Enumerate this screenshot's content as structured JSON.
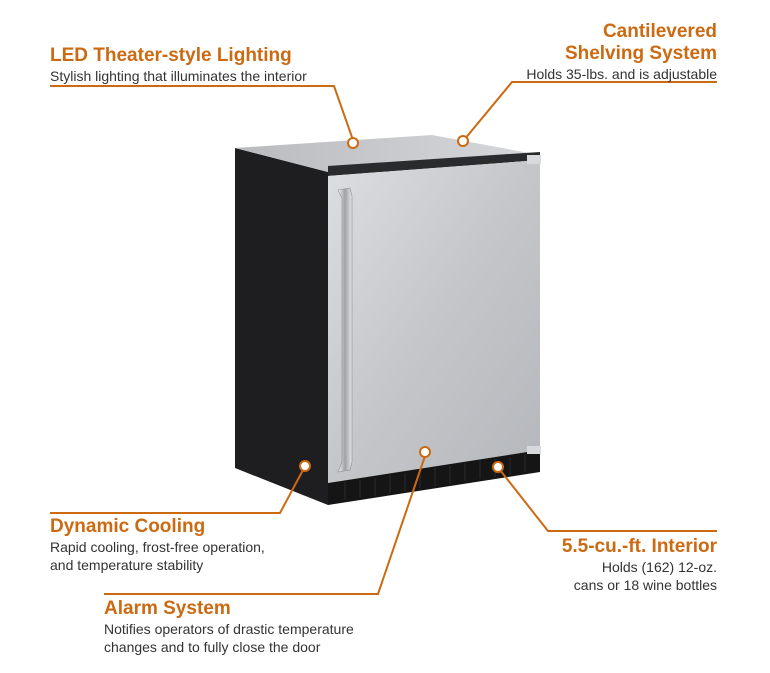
{
  "colors": {
    "accent": "#cc6a12",
    "text": "#333333",
    "cabinet": "#1e1e20",
    "steel": "#c9cbce"
  },
  "product": {
    "image": "undercounter-refrigerator-stainless-steel-door"
  },
  "callouts": {
    "led": {
      "title": "LED Theater-style Lighting",
      "lines": [
        "Stylish lighting that illuminates the interior"
      ]
    },
    "shelving": {
      "title_lines": [
        "Cantilevered",
        "Shelving System"
      ],
      "lines": [
        "Holds 35-lbs. and is adjustable"
      ]
    },
    "cooling": {
      "title": "Dynamic Cooling",
      "lines": [
        "Rapid cooling, frost-free operation,",
        "and temperature stability"
      ]
    },
    "interior": {
      "title": "5.5-cu.-ft. Interior",
      "lines": [
        "Holds (162) 12-oz.",
        "cans or 18 wine bottles"
      ]
    },
    "alarm": {
      "title": "Alarm System",
      "lines": [
        "Notifies operators of drastic temperature",
        "changes and to fully close the door"
      ]
    }
  }
}
